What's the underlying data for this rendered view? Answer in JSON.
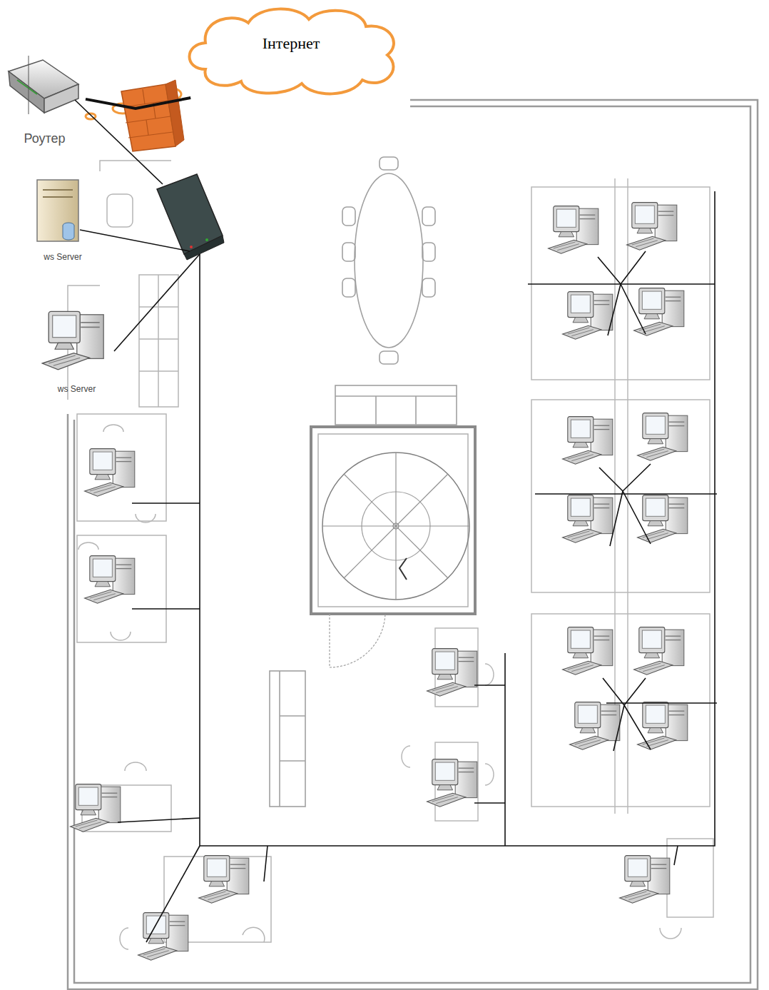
{
  "diagram": {
    "nodes": [
      {
        "text": [
          "Інтернет"
        ]
      },
      {
        "text": [
          "Роутер"
        ]
      },
      {
        "text": [
          "ws Server"
        ]
      },
      {
        "text": [
          "ws Server"
        ]
      }
    ],
    "edges": [
      {
        "from": 1,
        "to": 0,
        "arrow": "none"
      }
    ]
  }
}
